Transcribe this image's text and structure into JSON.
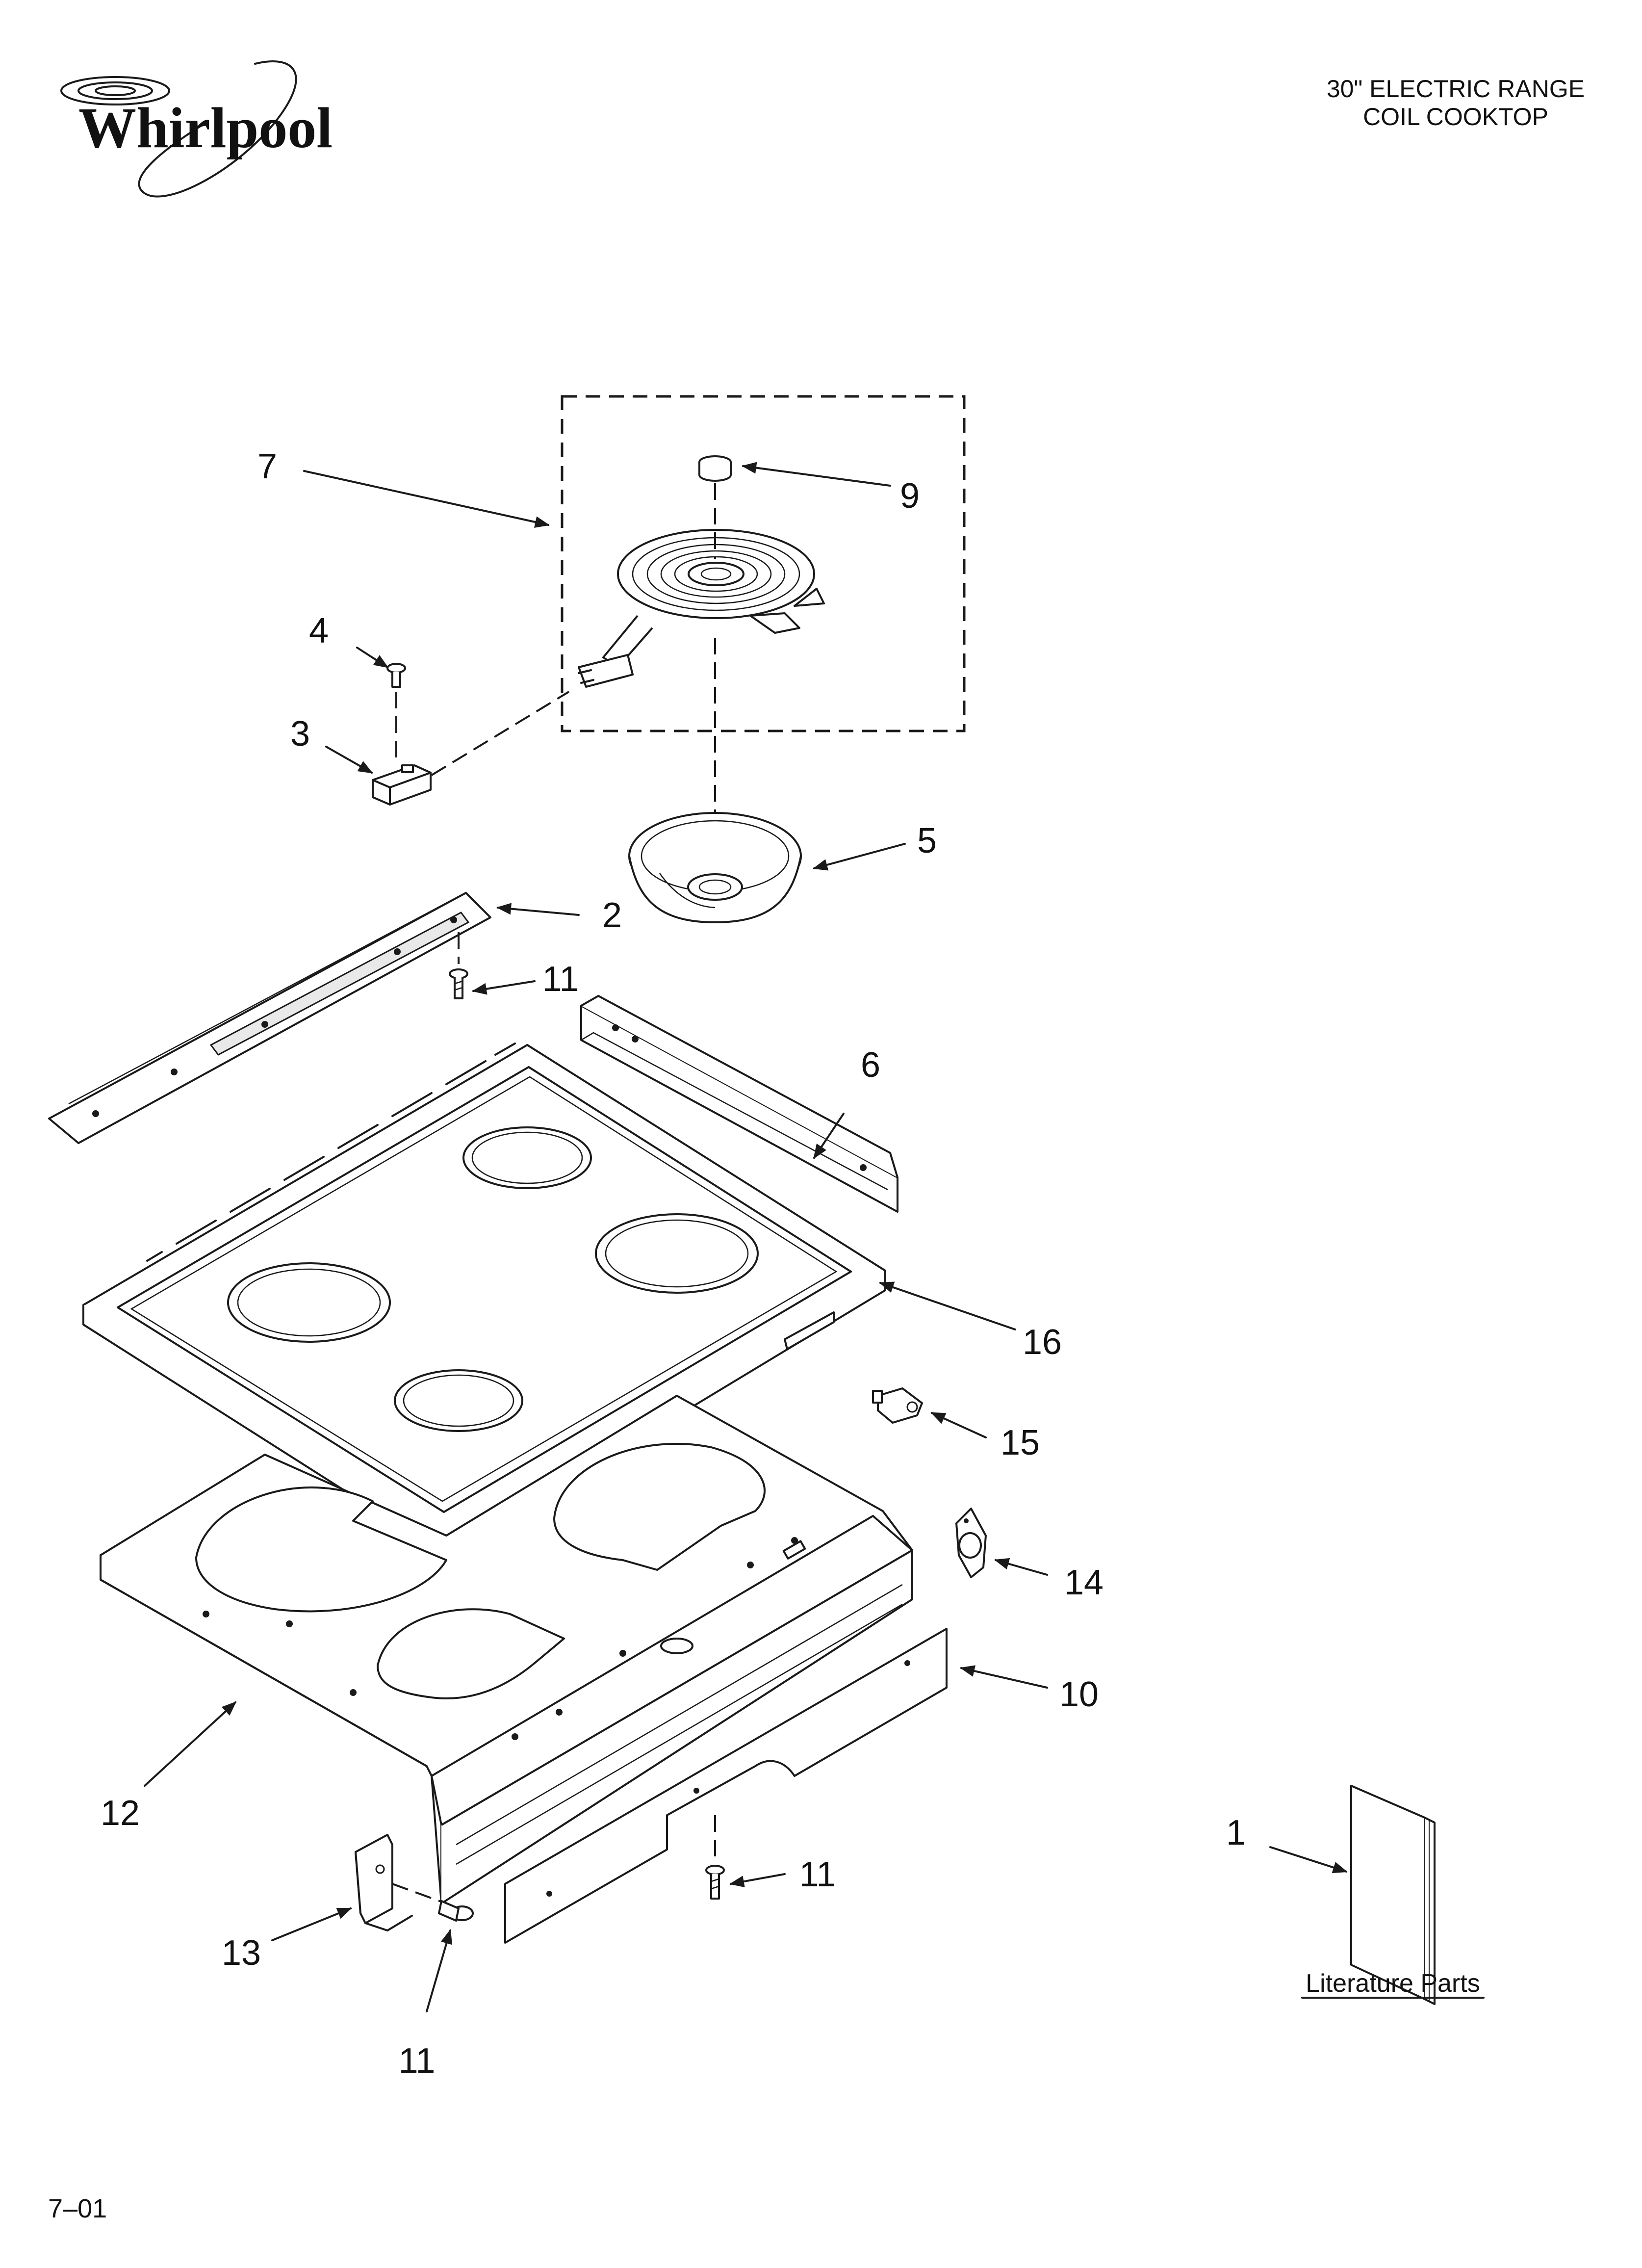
{
  "brand": {
    "logo_text": "Whirlpool"
  },
  "header": {
    "line1": "30\" ELECTRIC RANGE",
    "line2": "COIL COOKTOP"
  },
  "callouts": {
    "c1": "1",
    "c2": "2",
    "c3": "3",
    "c4": "4",
    "c5": "5",
    "c6": "6",
    "c7": "7",
    "c9": "9",
    "c10": "10",
    "c11a": "11",
    "c11b": "11",
    "c11c": "11",
    "c12": "12",
    "c13": "13",
    "c14": "14",
    "c15": "15",
    "c16": "16"
  },
  "literature": {
    "label": "Literature Parts"
  },
  "footer": {
    "code": "7–01"
  }
}
